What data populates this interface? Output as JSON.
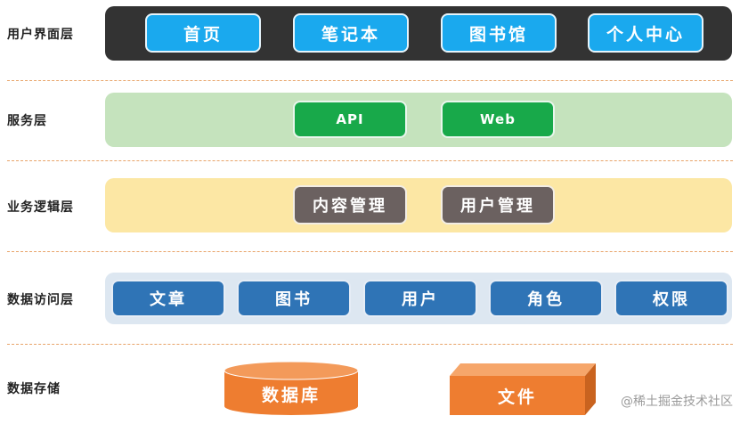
{
  "layers": {
    "ui": {
      "label": "用户界面层",
      "items": [
        "首页",
        "笔记本",
        "图书馆",
        "个人中心"
      ]
    },
    "service": {
      "label": "服务层",
      "items": [
        "API",
        "Web"
      ]
    },
    "business": {
      "label": "业务逻辑层",
      "items": [
        "内容管理",
        "用户管理"
      ]
    },
    "data_access": {
      "label": "数据访问层",
      "items": [
        "文章",
        "图书",
        "用户",
        "角色",
        "权限"
      ]
    },
    "storage": {
      "label": "数据存储",
      "items": [
        "数据库",
        "文件"
      ]
    }
  },
  "watermark": "@稀土掘金技术社区",
  "colors": {
    "ui_band": "#333333",
    "ui_button": "#1aa9ee",
    "service_band": "#c5e3bd",
    "service_button": "#18a94a",
    "business_band": "#fce7a4",
    "business_button": "#6b6160",
    "data_band": "#dde7f1",
    "data_button": "#2f74b6",
    "storage_shape": "#ee7d30",
    "divider": "#e8a46a"
  }
}
